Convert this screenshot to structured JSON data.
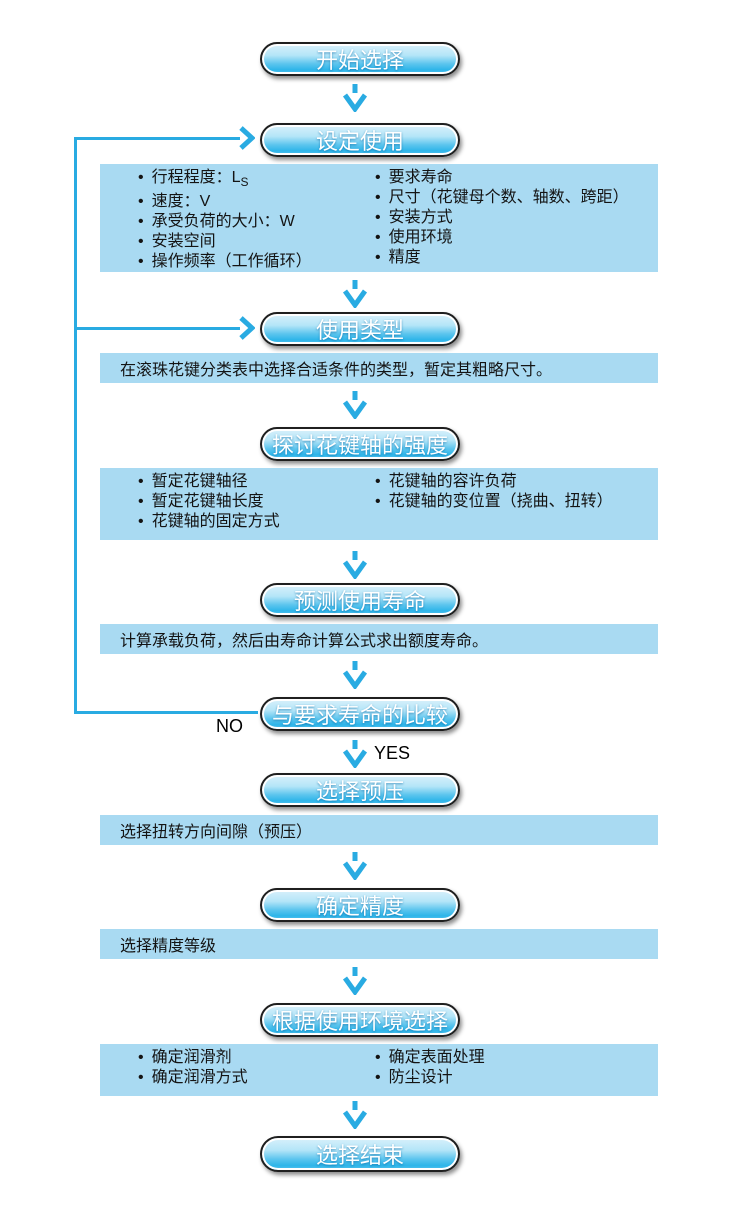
{
  "steps": {
    "start": {
      "label": "开始选择"
    },
    "set_usage": {
      "label": "设定使用",
      "panel": {
        "left": [
          {
            "text": "行程程度：L",
            "sub": "S"
          },
          "速度：V",
          "承受负荷的大小：W",
          "安装空间",
          "操作频率（工作循环）"
        ],
        "right": [
          "要求寿命",
          "尺寸（花键母个数、轴数、跨距）",
          "安装方式",
          "使用环境",
          "精度"
        ]
      }
    },
    "usage_type": {
      "label": "使用类型",
      "note": "在滚珠花键分类表中选择合适条件的类型，暂定其粗略尺寸。"
    },
    "shaft_strength": {
      "label": "探讨花键轴的强度",
      "panel": {
        "left": [
          "暂定花键轴径",
          "暂定花键轴长度",
          "花键轴的固定方式"
        ],
        "right": [
          "花键轴的容许负荷",
          "花键轴的变位置（挠曲、扭转）"
        ]
      }
    },
    "predict_life": {
      "label": "预测使用寿命",
      "note": "计算承载负荷，然后由寿命计算公式求出额度寿命。"
    },
    "compare_life": {
      "label": "与要求寿命的比较",
      "no_label": "NO",
      "yes_label": "YES"
    },
    "select_preload": {
      "label": "选择预压",
      "note": "选择扭转方向间隙（预压）"
    },
    "determine_accuracy": {
      "label": "确定精度",
      "note": "选择精度等级"
    },
    "env_selection": {
      "label": "根据使用环境选择",
      "panel": {
        "left": [
          "确定润滑剂",
          "确定润滑方式"
        ],
        "right": [
          "确定表面处理",
          "防尘设计"
        ]
      }
    },
    "end": {
      "label": "选择结束"
    }
  },
  "colors": {
    "accent_arrow_blue": "#29abe2",
    "panel_light_blue": "#a9daf2",
    "button_gradient_top": "#d9f1fb",
    "button_gradient_bottom": "#2eb5e9",
    "button_outline": "#1f1f1f",
    "button_text": "#ffffff"
  }
}
